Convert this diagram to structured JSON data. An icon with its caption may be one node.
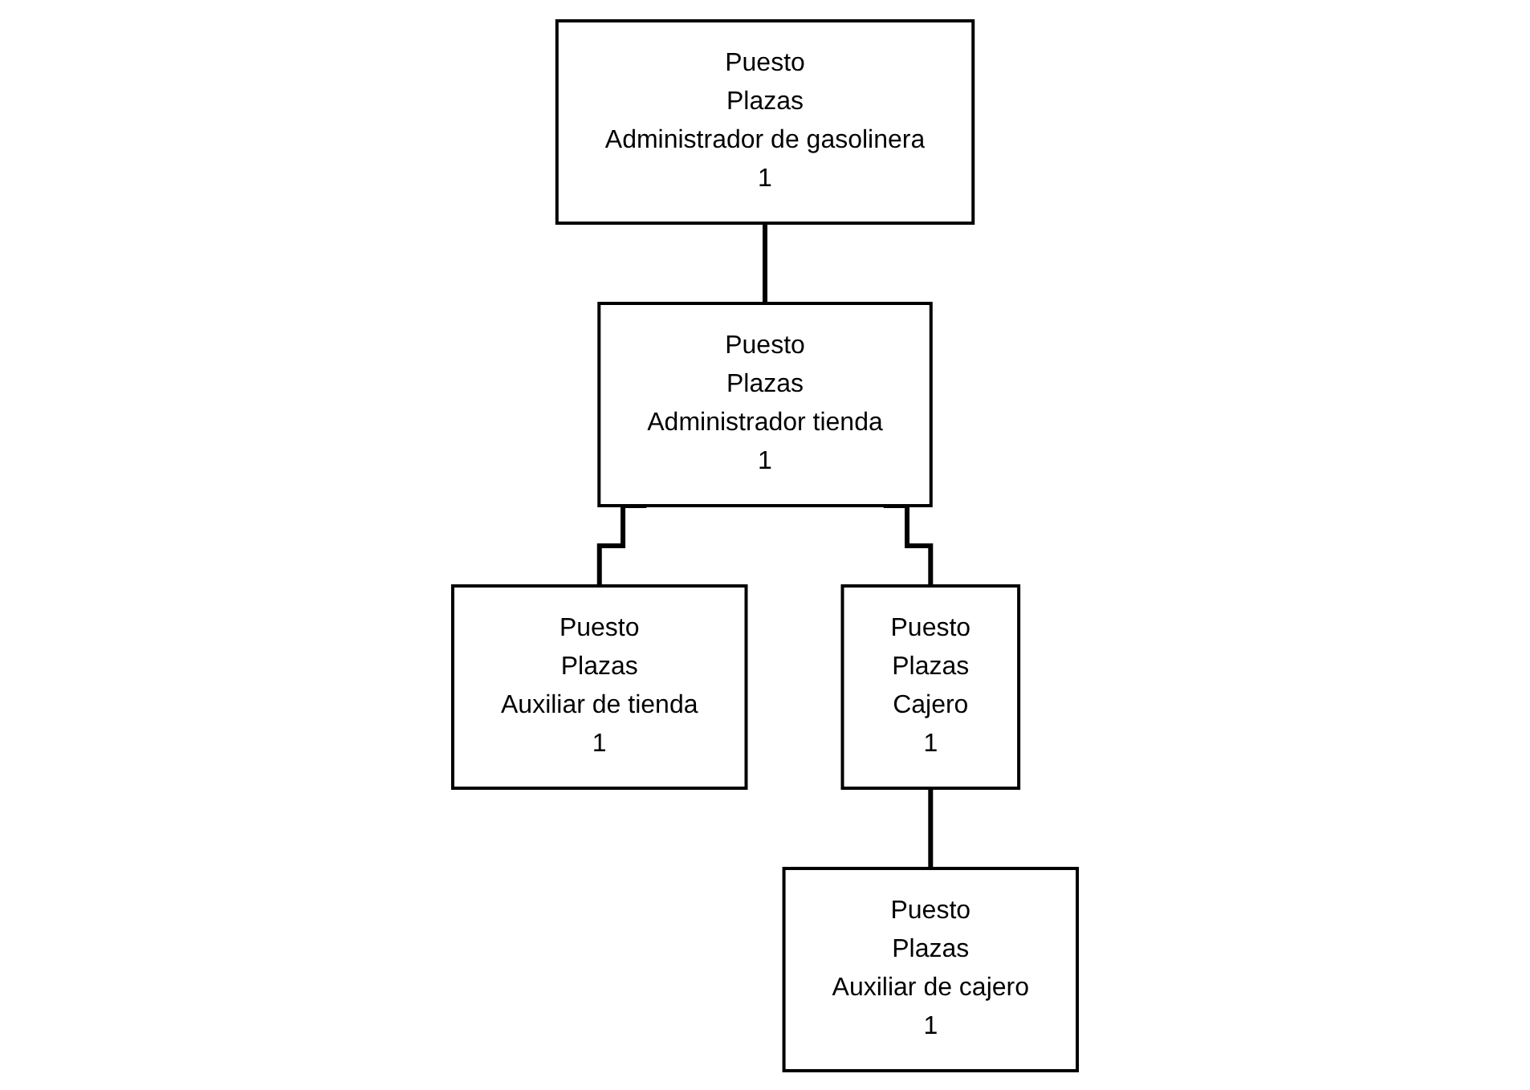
{
  "diagram": {
    "nodes": [
      {
        "text": [
          "Puesto",
          "Plazas",
          "Administrador de gasolinera",
          "1"
        ]
      },
      {
        "text": [
          "Puesto",
          "Plazas",
          "Administrador tienda",
          "1"
        ]
      },
      {
        "text": [
          "Puesto",
          "Plazas",
          "Auxiliar de tienda",
          "1"
        ]
      },
      {
        "text": [
          "Puesto",
          "Plazas",
          "Cajero",
          "1"
        ]
      },
      {
        "text": [
          "Puesto",
          "Plazas",
          "Auxiliar de cajero",
          "1"
        ]
      }
    ],
    "edges": [
      {
        "from": 0,
        "to": 1,
        "arrow": "none"
      },
      {
        "from": 1,
        "to": 2,
        "arrow": "none"
      },
      {
        "from": 1,
        "to": 3,
        "arrow": "none"
      },
      {
        "from": 3,
        "to": 4,
        "arrow": "none"
      }
    ]
  }
}
